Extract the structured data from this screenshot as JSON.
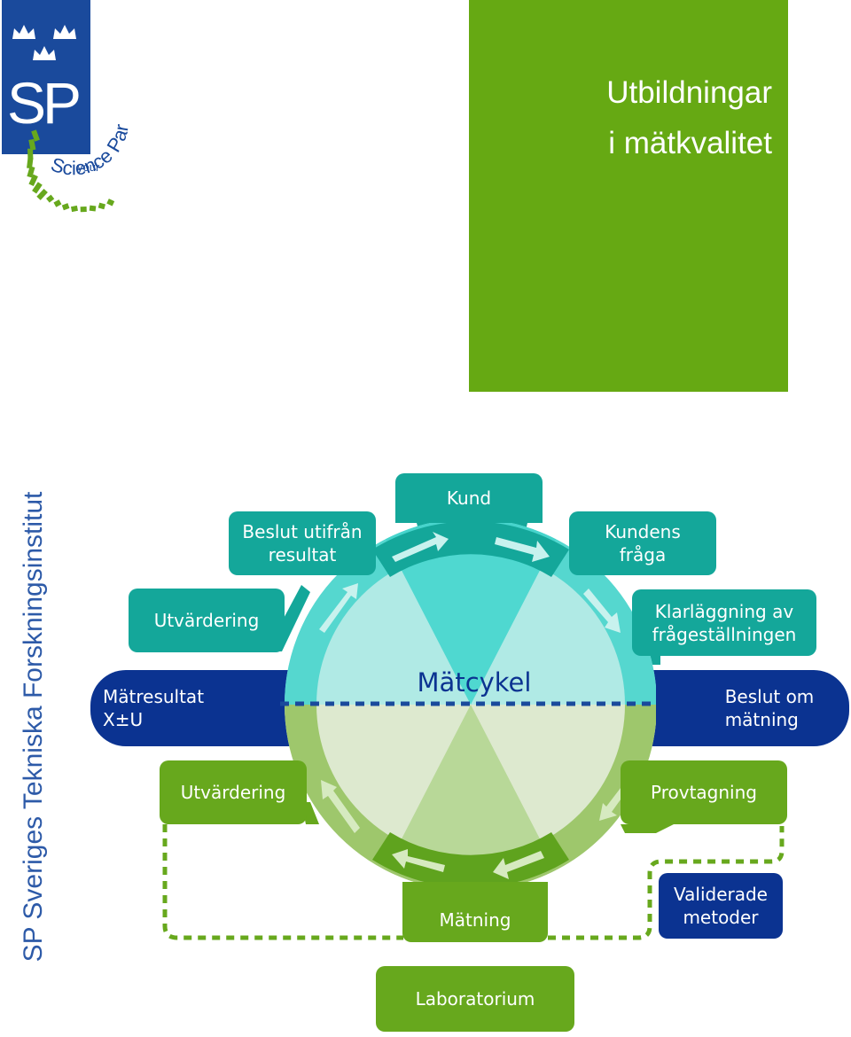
{
  "logo": {
    "letters": "SP",
    "tagline_your": "your",
    "tagline_main": "Science Partner"
  },
  "panel": {
    "title_line1": "Utbildningar",
    "title_line2": "i mätkvalitet"
  },
  "organization": "SP Sveriges Tekniska Forskningsinstitut",
  "diagram": {
    "center_label": "Mätcykel",
    "boxes": {
      "kund": "Kund",
      "kundens_fraga": [
        "Kundens",
        "fråga"
      ],
      "klarlaggning": [
        "Klarläggning av",
        "frågeställningen"
      ],
      "beslut_om_matning": [
        "Beslut om",
        "mätning"
      ],
      "provtagning": "Provtagning",
      "validerade_metoder": [
        "Validerade",
        "metoder"
      ],
      "matning": "Mätning",
      "laboratorium": "Laboratorium",
      "utvardering_lower": "Utvärdering",
      "matresultat": [
        "Mätresultat",
        "X±U"
      ],
      "utvardering_upper": "Utvärdering",
      "beslut_utifran": [
        "Beslut utifrån",
        "resultat"
      ]
    }
  },
  "colors": {
    "brand_blue": "#1a4a9c",
    "green": "#67a81d",
    "teal": "#14a79a",
    "navy": "#0b3391",
    "light_teal": "#4fd8d0",
    "light_green": "#b8d898"
  }
}
